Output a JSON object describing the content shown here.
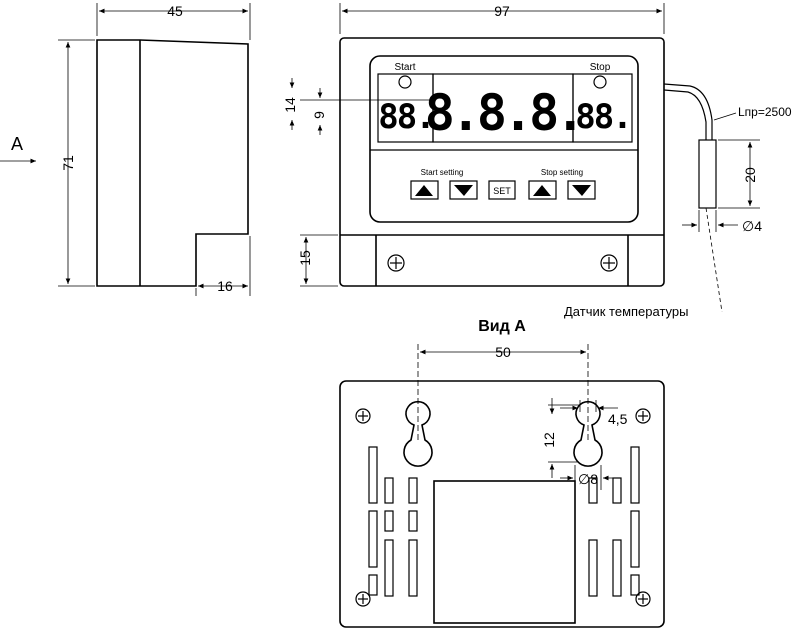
{
  "dims": {
    "side_depth": "45",
    "side_height": "71",
    "side_step": "16",
    "front_width": "97",
    "front_14": "14",
    "front_9": "9",
    "front_15": "15",
    "probe_len": "Lпр=2500",
    "probe_20": "20",
    "probe_dia": "∅4",
    "back_50": "50",
    "back_45": "4,5",
    "back_12": "12",
    "back_dia8": "∅8"
  },
  "labels": {
    "view_arrow": "A",
    "start": "Start",
    "stop": "Stop",
    "start_setting": "Start setting",
    "stop_setting": "Stop setting",
    "set_button": "SET",
    "sensor": "Датчик температуры",
    "view_title": "Вид А"
  },
  "display": {
    "left_digits": "88.",
    "center_digits": "8.8.8.",
    "right_digits": "88."
  }
}
